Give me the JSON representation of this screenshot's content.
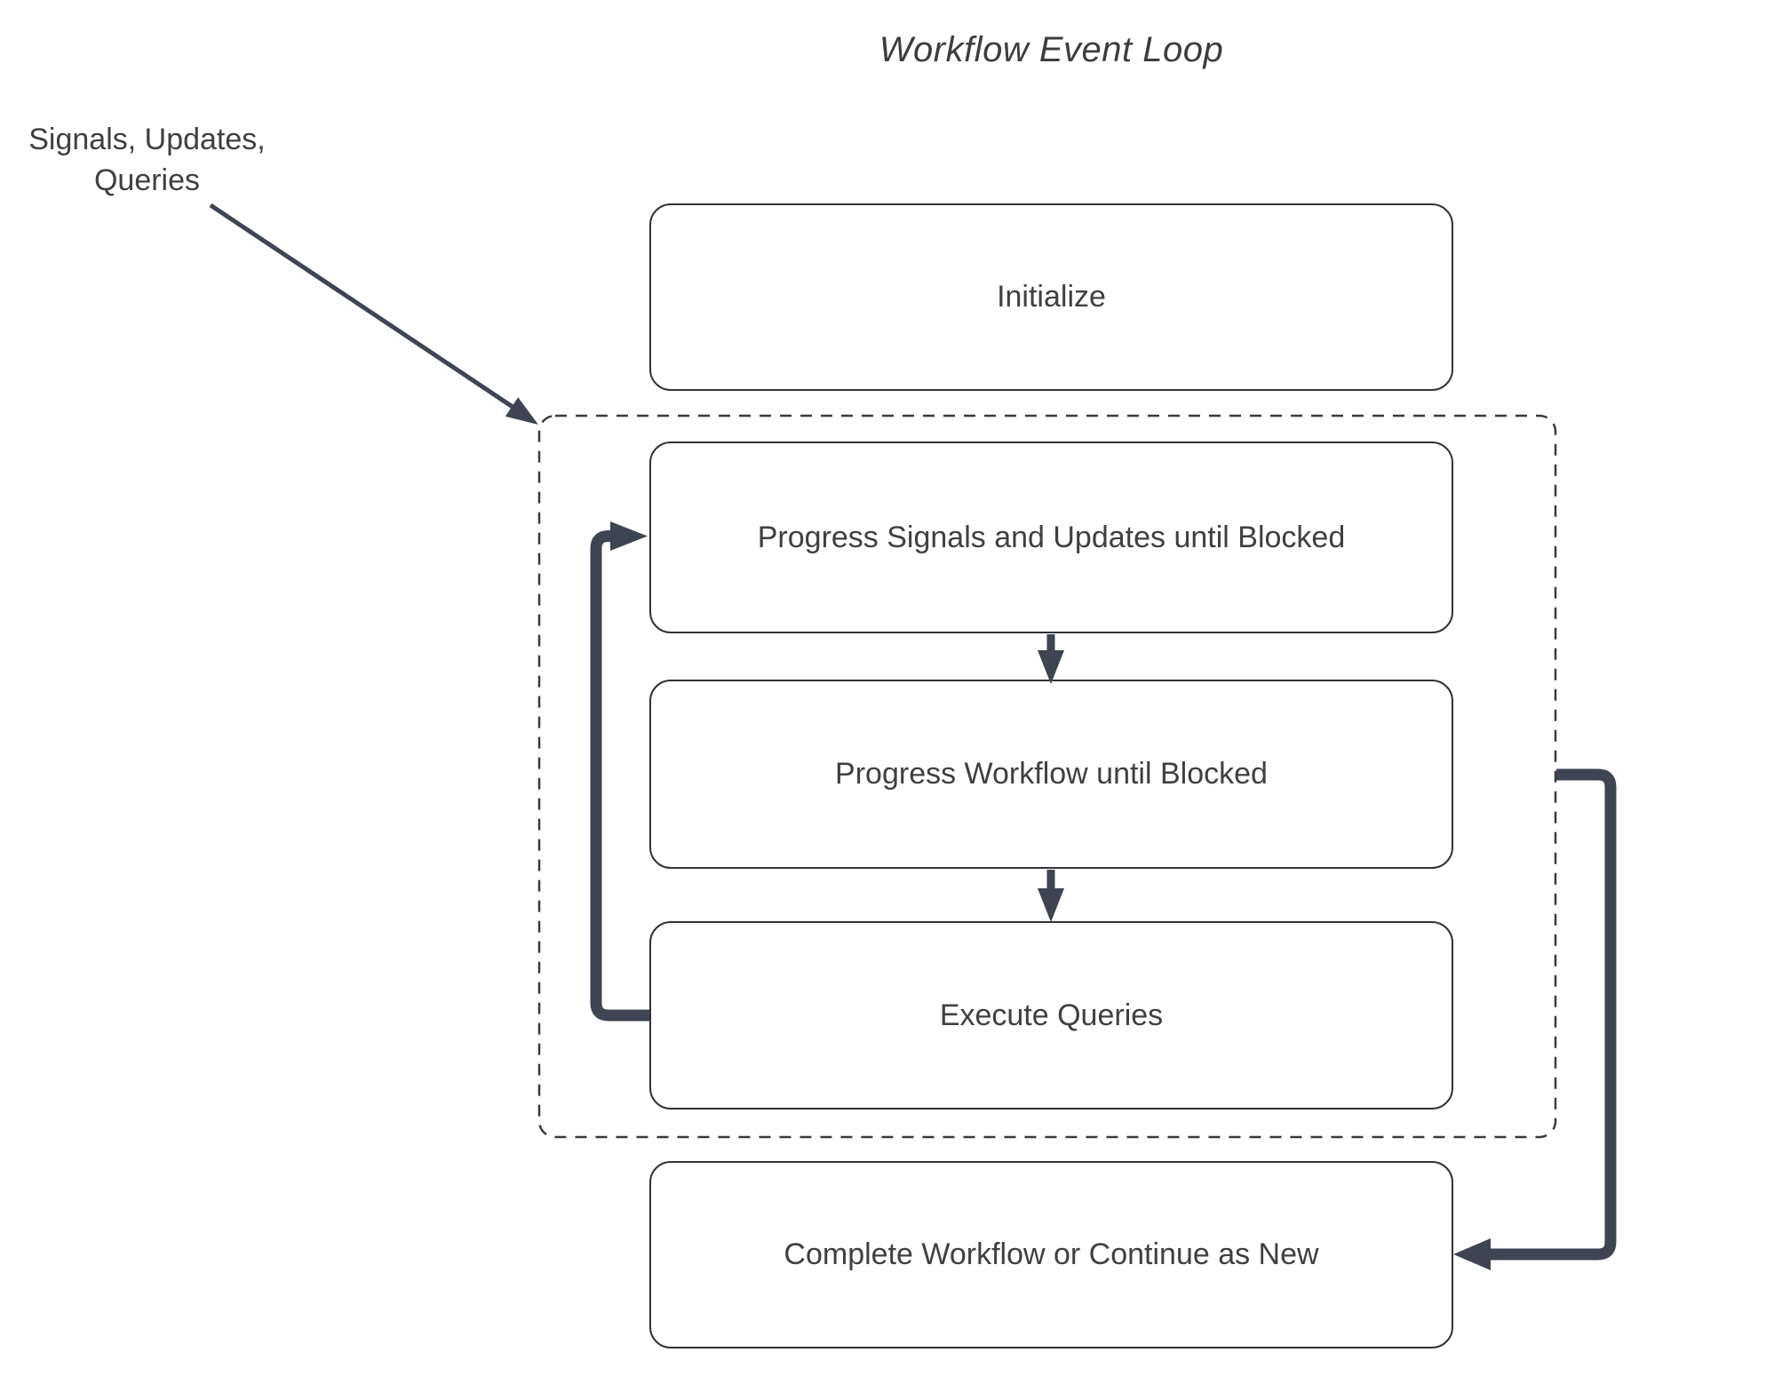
{
  "diagram": {
    "title": "Workflow Event Loop",
    "input_label": {
      "line1": "Signals, Updates,",
      "line2": "Queries"
    },
    "nodes": {
      "initialize": "Initialize",
      "progress_signals": "Progress Signals and Updates until Blocked",
      "progress_workflow": "Progress Workflow until Blocked",
      "execute_queries": "Execute Queries",
      "complete": "Complete Workflow or Continue as New"
    },
    "colors": {
      "arrow": "#3e4451",
      "box_border": "#333333",
      "dashed_border": "#3a3a3a",
      "text": "#404040",
      "title_text": "#3d3d3d"
    }
  }
}
